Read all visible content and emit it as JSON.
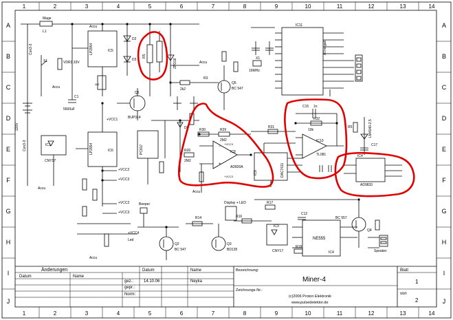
{
  "frame": {
    "columns": [
      "1",
      "2",
      "3",
      "4",
      "5",
      "6",
      "7",
      "8",
      "9",
      "10",
      "11",
      "12",
      "13",
      "14"
    ],
    "rows": [
      "A",
      "B",
      "C",
      "D",
      "E",
      "F",
      "G",
      "H",
      "I",
      "J"
    ]
  },
  "title_block": {
    "changes_header": "Änderungen",
    "col_date": "Datum",
    "col_name": "Name",
    "gez_label": "gez.:",
    "gez_date": "14.10.06",
    "gez_name": "Neyka",
    "gepr_label": "gepr.:",
    "norm_label": "Norm:",
    "designation_label": "Bezeichnung:",
    "designation": "Miner-4",
    "drawing_no_label": "Zeichnungs-Nr.:",
    "copyright": "(c)2006 Proton Elektronik",
    "website": "www.pulsedetektor.de",
    "sheet_label": "Blatt",
    "sheet_no": "1",
    "of_label": "von",
    "sheet_total": "2"
  },
  "components": {
    "L1": "L1",
    "ext": "Mage",
    "S1": "S1",
    "conn3": "Con3-3",
    "vdr": "VDR1 33V",
    "accu1": "Accu",
    "accu2": "Accu",
    "accu3": "Accu",
    "accu4": "Accu",
    "accu5": "Accu",
    "accu6": "Accu",
    "bat": "220V",
    "c1": "C1",
    "c1v": "5600uF",
    "ic1": "IC1",
    "ic1p": "CNY17",
    "ic5": "IC5",
    "ic5p": "LP2954",
    "ic6": "IC6",
    "ic6p": "LP2954",
    "q1": "Q1",
    "q1p": "BUP314",
    "q5": "Q5",
    "q5p": "BC 547",
    "r3": "R3",
    "r3v": "2k2",
    "d16": "ZPD18",
    "r29": "R29",
    "r29v": "2M2",
    "r30": "R30",
    "r28": "R28",
    "r26": "R26",
    "r26v": "2M2",
    "ic8": "IC8",
    "ic8p": "AD820A",
    "r31": "R31",
    "ic9": "IC9",
    "ic9p": "DAC7611",
    "c15": "C15",
    "c15v": "1n",
    "r32": "R32",
    "r32v": "10k",
    "ic10": "IC10",
    "ic10p": "TL081",
    "ic4": "IC4",
    "ic4p": "AD9833",
    "vref": "LM4040-2.5",
    "ic11": "IC11",
    "ic11p": "ATmega8",
    "x1": "X1",
    "x1v": "16MHz",
    "buzzer": "Beeper",
    "q2": "Q2",
    "q2p": "BC 547",
    "q3": "Q3",
    "q3p": "BD135",
    "display": "Display + LED",
    "r14": "R14",
    "r16": "R16",
    "r17": "R17",
    "ic3": "IC3",
    "ic3p": "CNY17",
    "ic4b": "NE555",
    "ic4c": "IC4",
    "c12": "C12",
    "q4": "Q4",
    "q4p": "BC 557",
    "r18": "R18",
    "speaker": "Speaker",
    "ld": "Led"
  },
  "nets": {
    "v1": "+VCC1",
    "v2": "+VCC2",
    "v3": "+VCC3",
    "v4": "+VCC4"
  }
}
